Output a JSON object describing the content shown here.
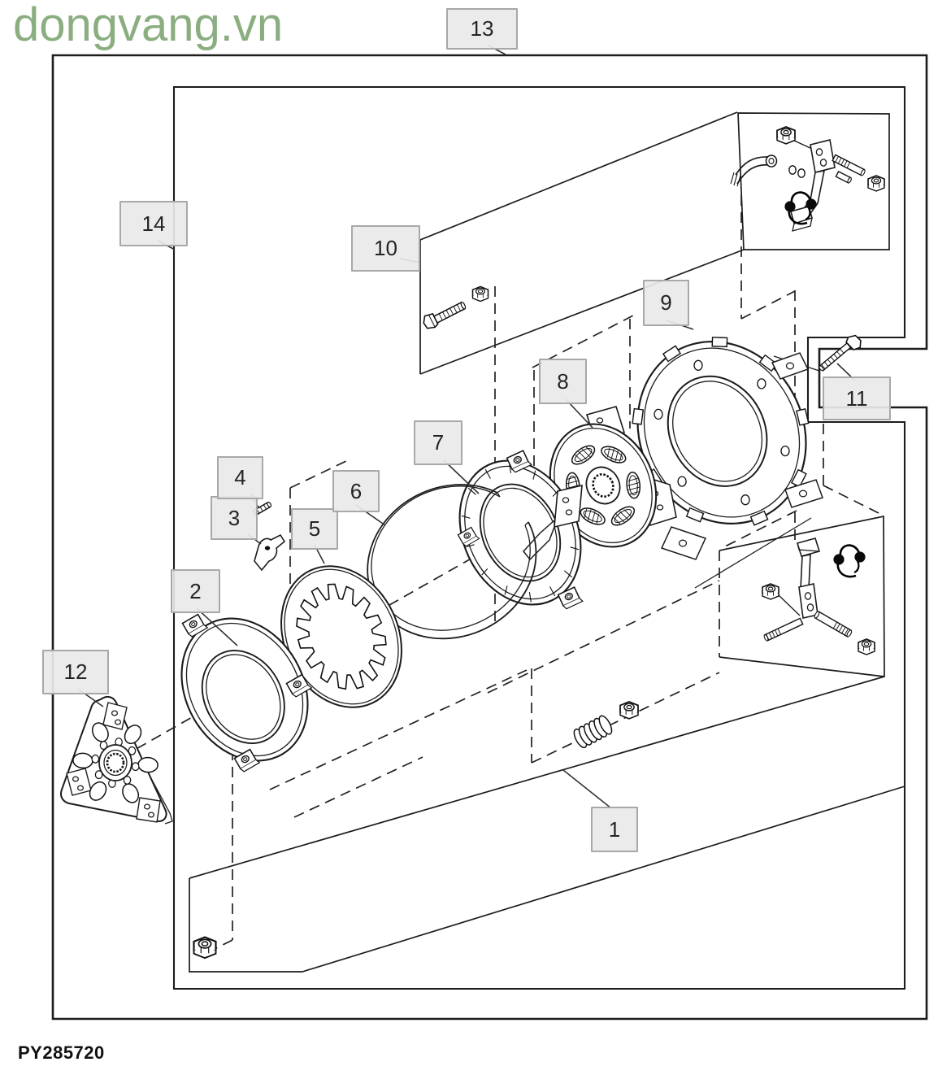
{
  "watermark": "dongvang.vn",
  "figure_code": "PY285720",
  "colors": {
    "watermark_green": "#8bae81",
    "callout_background": "#e9e9e9",
    "callout_border": "#a8a8a8",
    "line_color": "#1c1c1c"
  },
  "callouts": [
    {
      "label": "1"
    },
    {
      "label": "2"
    },
    {
      "label": "3"
    },
    {
      "label": "4"
    },
    {
      "label": "5"
    },
    {
      "label": "6"
    },
    {
      "label": "7"
    },
    {
      "label": "8"
    },
    {
      "label": "9"
    },
    {
      "label": "10"
    },
    {
      "label": "11"
    },
    {
      "label": "12"
    },
    {
      "label": "13"
    },
    {
      "label": "14"
    }
  ]
}
